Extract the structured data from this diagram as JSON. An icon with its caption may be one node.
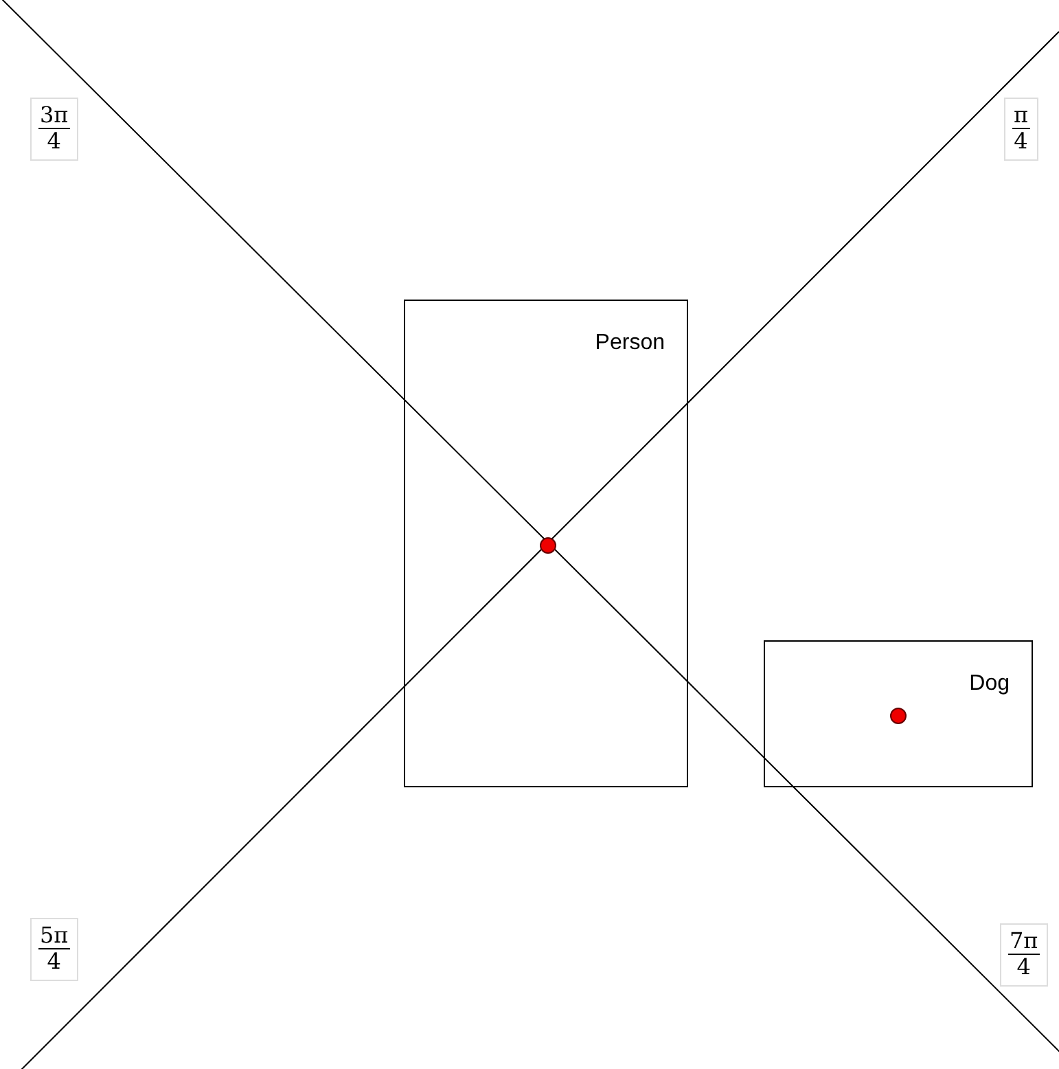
{
  "diagram": {
    "nodes": [
      {
        "text": [
          "Person"
        ]
      },
      {
        "text": [],
        "shape": "circle",
        "in": 0
      },
      {
        "text": [
          "Dog"
        ]
      },
      {
        "text": [],
        "shape": "circle",
        "in": 2
      }
    ],
    "edges": [],
    "labels": [
      "3π",
      "4",
      "π",
      "4",
      "5π",
      "4",
      "7π",
      "4"
    ]
  }
}
